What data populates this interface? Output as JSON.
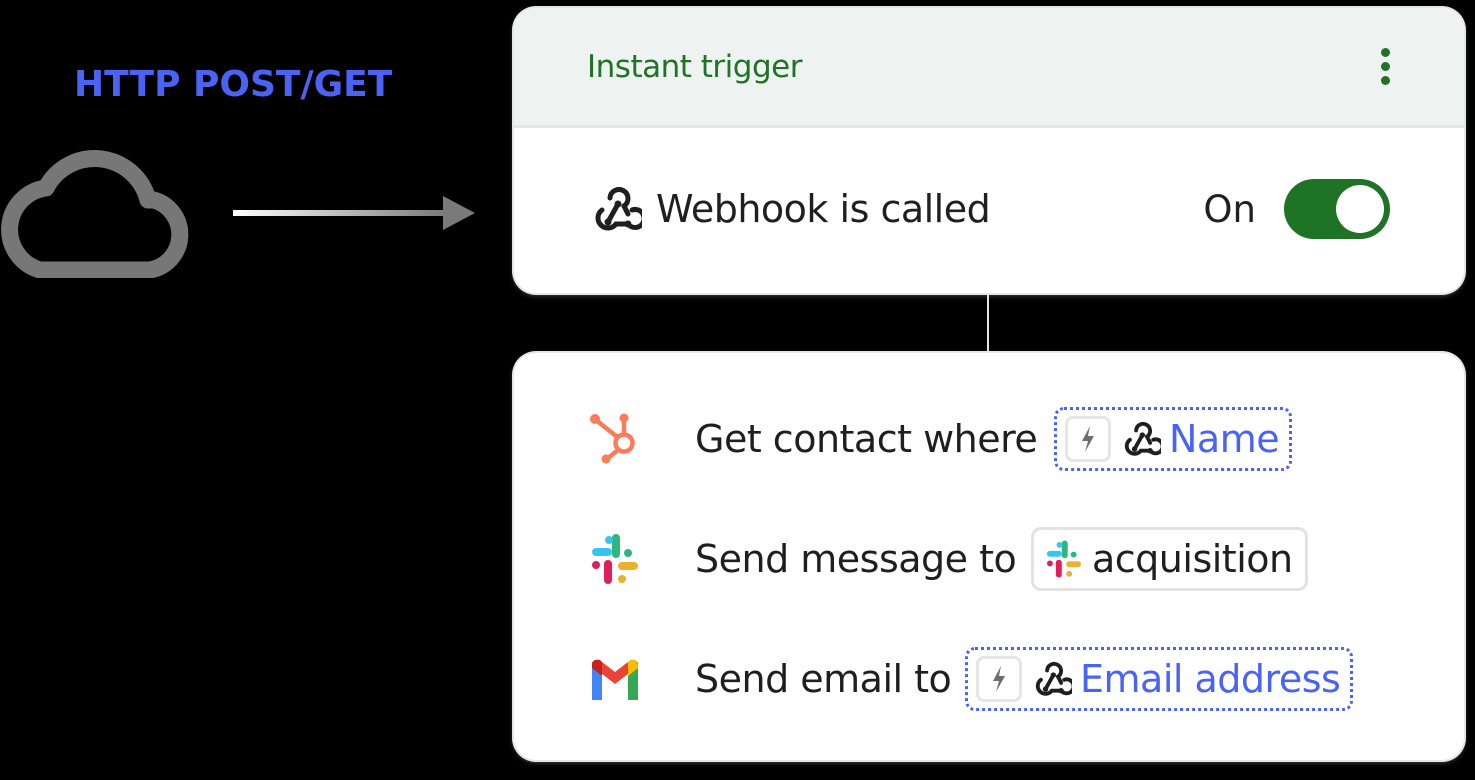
{
  "source": {
    "label": "HTTP POST/GET",
    "icon": "cloud-icon",
    "arrow_icon": "arrow-right-icon",
    "label_color": "#4a63f5"
  },
  "trigger": {
    "title": "Instant trigger",
    "title_color": "#1e7324",
    "header_bg": "#eef3f1",
    "menu_icon": "kebab-menu-icon",
    "event_icon": "webhook-icon",
    "event_label": "Webhook is called",
    "status_label": "On",
    "toggle_on": true,
    "toggle_color": "#1e7324"
  },
  "actions": [
    {
      "app_icon": "hubspot-icon",
      "label": "Get contact where",
      "token": {
        "type": "dynamic",
        "icons": [
          "bolt-icon",
          "webhook-icon"
        ],
        "label": "Name"
      }
    },
    {
      "app_icon": "slack-icon",
      "label": "Send message to",
      "token": {
        "type": "static",
        "icons": [
          "slack-icon"
        ],
        "label": "acquisition"
      }
    },
    {
      "app_icon": "gmail-icon",
      "label": "Send email to",
      "token": {
        "type": "dynamic",
        "icons": [
          "bolt-icon",
          "webhook-icon"
        ],
        "label": "Email address"
      }
    }
  ],
  "colors": {
    "dynamic_token": "#4a63f5",
    "hubspot": "#ff7a59",
    "slack": [
      "#36c5f0",
      "#2eb67d",
      "#e01e5a",
      "#ecb22e"
    ],
    "gmail": [
      "#ea4335",
      "#4285f4",
      "#34a853",
      "#fbbc04",
      "#c5221f"
    ]
  }
}
